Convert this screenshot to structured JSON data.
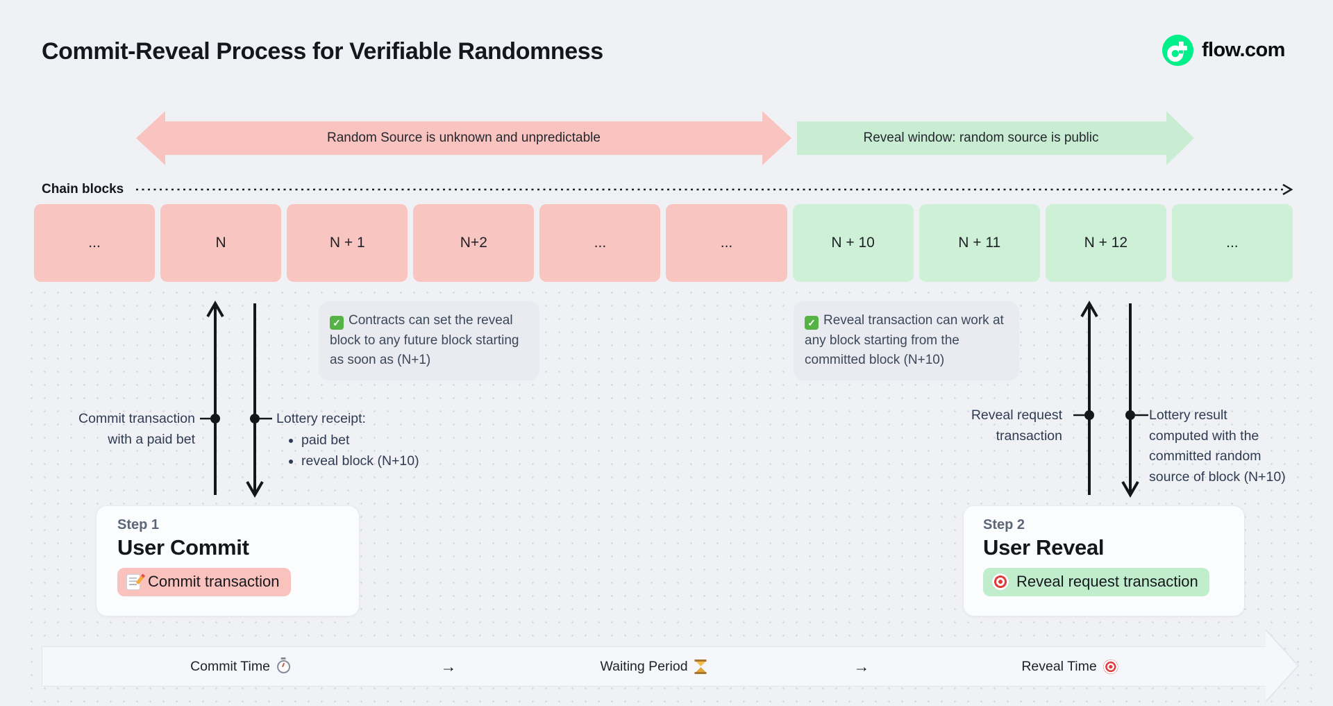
{
  "header": {
    "title": "Commit-Reveal Process for Verifiable Randomness",
    "brand": "flow.com"
  },
  "colors": {
    "background": "#f0f1f5",
    "commit_pink": "#f9c5c0",
    "reveal_green": "#cdf0d7",
    "brand_green": "#00ef8b",
    "note_gray": "#e9ebf1",
    "text_dark": "#15171e",
    "text_slate": "#2e3b52"
  },
  "bands": {
    "commit": {
      "label": "Random Source is unknown and unpredictable"
    },
    "reveal": {
      "label": "Reveal window: random source is public"
    }
  },
  "chain": {
    "label": "Chain blocks",
    "blocks": [
      {
        "label": "...",
        "phase": "commit"
      },
      {
        "label": "N",
        "phase": "commit"
      },
      {
        "label": "N + 1",
        "phase": "commit"
      },
      {
        "label": "N+2",
        "phase": "commit"
      },
      {
        "label": "...",
        "phase": "commit"
      },
      {
        "label": "...",
        "phase": "commit"
      },
      {
        "label": "N + 10",
        "phase": "reveal"
      },
      {
        "label": "N + 11",
        "phase": "reveal"
      },
      {
        "label": "N + 12",
        "phase": "reveal"
      },
      {
        "label": "...",
        "phase": "reveal"
      }
    ]
  },
  "notes": {
    "commit": {
      "icon_glyph": "✓",
      "text": "Contracts can set the reveal block to any future block starting as soon as (N+1)"
    },
    "reveal": {
      "icon_glyph": "✓",
      "text": "Reveal transaction can work at any block starting from the committed block (N+10)"
    }
  },
  "annotations": {
    "commit_tx": "Commit transaction\nwith a paid bet",
    "lottery_receipt_title": "Lottery receipt:",
    "lottery_receipt_items": [
      "paid bet",
      "reveal block (N+10)"
    ],
    "reveal_request": "Reveal request\ntransaction",
    "lottery_result": "Lottery result\ncomputed with the\ncommitted random\nsource of block (N+10)"
  },
  "steps": {
    "step1": {
      "kicker": "Step 1",
      "title": "User Commit",
      "badge": {
        "icon": "memo",
        "label": "Commit transaction"
      }
    },
    "step2": {
      "kicker": "Step 2",
      "title": "User Reveal",
      "badge": {
        "icon": "target",
        "label": "Reveal request transaction"
      }
    }
  },
  "timeline": {
    "items": [
      {
        "type": "phase",
        "label": "Commit Time",
        "icon": "stopwatch"
      },
      {
        "type": "arrow",
        "label": "→"
      },
      {
        "type": "phase",
        "label": "Waiting Period",
        "icon": "hourglass"
      },
      {
        "type": "arrow",
        "label": "→"
      },
      {
        "type": "phase",
        "label": "Reveal Time",
        "icon": "target"
      }
    ]
  }
}
